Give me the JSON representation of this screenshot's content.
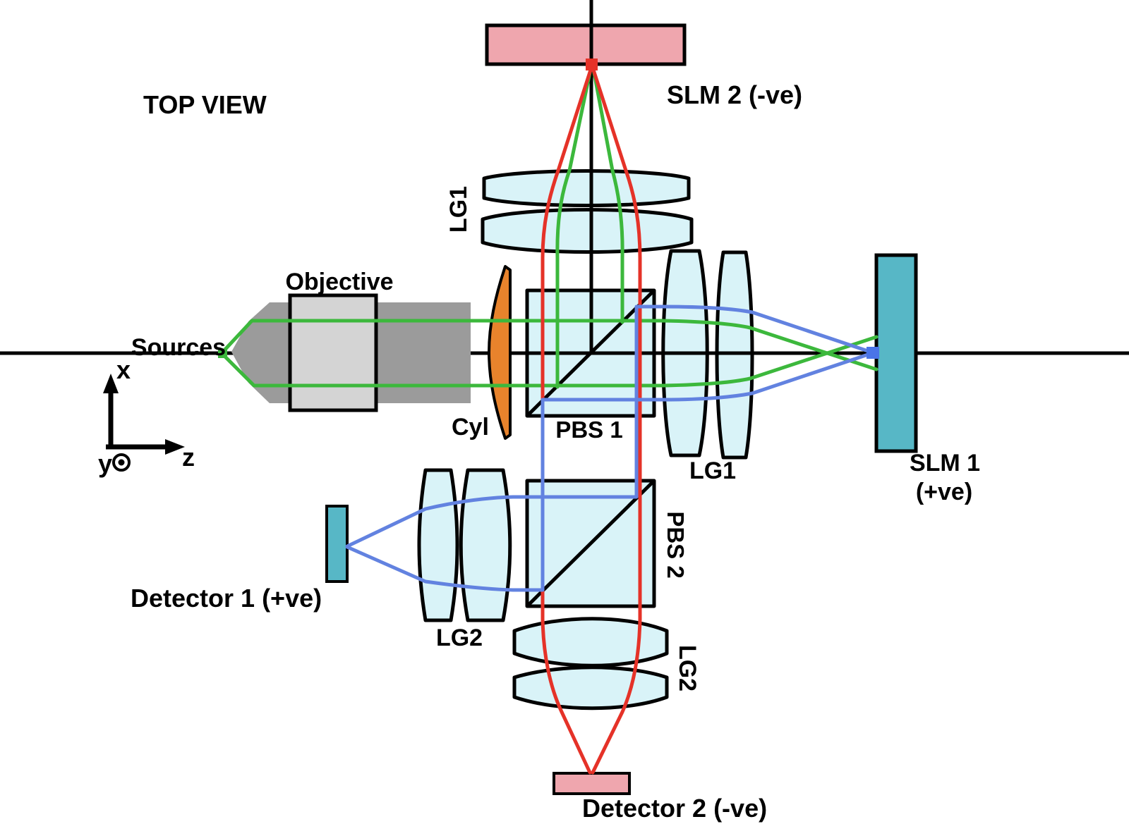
{
  "title": "TOP VIEW",
  "colors": {
    "background": "#ffffff",
    "outline": "#000000",
    "optic_fill": "#d9f3f8",
    "pink": "#efa6ae",
    "teal": "#57b7c6",
    "orange": "#e8832c",
    "grey_dark": "#9b9b9b",
    "grey_light": "#d4d4d4",
    "beam_green": "#3cb83c",
    "beam_red": "#e53228",
    "beam_blue": "#6282e0",
    "marker_blue": "#4a74e8"
  },
  "components": {
    "slm2": {
      "label": "SLM 2 (-ve)"
    },
    "slm1": {
      "label_line1": "SLM 1",
      "label_line2": "(+ve)"
    },
    "detector1": {
      "label": "Detector 1 (+ve)"
    },
    "detector2": {
      "label": "Detector 2 (-ve)"
    },
    "pbs1": {
      "label": "PBS 1"
    },
    "pbs2": {
      "label": "PBS 2"
    },
    "lg1_top": {
      "label": "LG1"
    },
    "lg1_right": {
      "label": "LG1"
    },
    "lg2_left": {
      "label": "LG2"
    },
    "lg2_bottom": {
      "label": "LG2"
    },
    "cyl": {
      "label": "Cyl"
    },
    "objective": {
      "label": "Objective"
    },
    "sources": {
      "label": "Sources"
    }
  },
  "axes": {
    "x": "x",
    "y": "y",
    "z": "z"
  },
  "beams": [
    {
      "name": "source-beam",
      "color_key": "beam_green"
    },
    {
      "name": "negative-arm-beam",
      "color_key": "beam_red"
    },
    {
      "name": "positive-arm-beam",
      "color_key": "beam_blue"
    }
  ]
}
